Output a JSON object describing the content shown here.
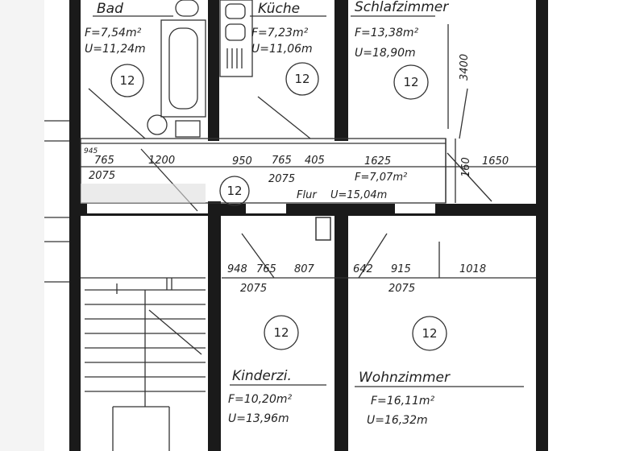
{
  "rooms": {
    "bad": {
      "name": "Bad",
      "area": "F=7,54m²",
      "perimeter": "U=11,24m",
      "marker": "12"
    },
    "kueche": {
      "name": "Küche",
      "area": "F=7,23m²",
      "perimeter": "U=11,06m",
      "marker": "12"
    },
    "schlafzimmer": {
      "name": "Schlafzimmer",
      "area": "F=13,38m²",
      "perimeter": "U=18,90m",
      "marker": "12"
    },
    "flur": {
      "name": "Flur",
      "area": "F=7,07m²",
      "perimeter": "U=15,04m",
      "marker": "12"
    },
    "kinderzimmer": {
      "name": "Kinderzi.",
      "area": "F=10,20m²",
      "perimeter": "U=13,96m",
      "marker": "12"
    },
    "wohnzimmer": {
      "name": "Wohnzimmer",
      "area": "F=16,11m²",
      "perimeter": "U=16,32m",
      "marker": "12"
    }
  },
  "dimensions": {
    "schlaf_depth": "3400",
    "flur_top": [
      "945",
      "765",
      "1200",
      "950",
      "765",
      "405",
      "1625",
      "1650"
    ],
    "flur_vertical": "160",
    "flur_door_heights": [
      "2075",
      "2075"
    ],
    "bottom_left": [
      "948",
      "765",
      "807"
    ],
    "bottom_left_height": "2075",
    "bottom_right": [
      "642",
      "915",
      "1018"
    ],
    "bottom_right_height": "2075"
  }
}
